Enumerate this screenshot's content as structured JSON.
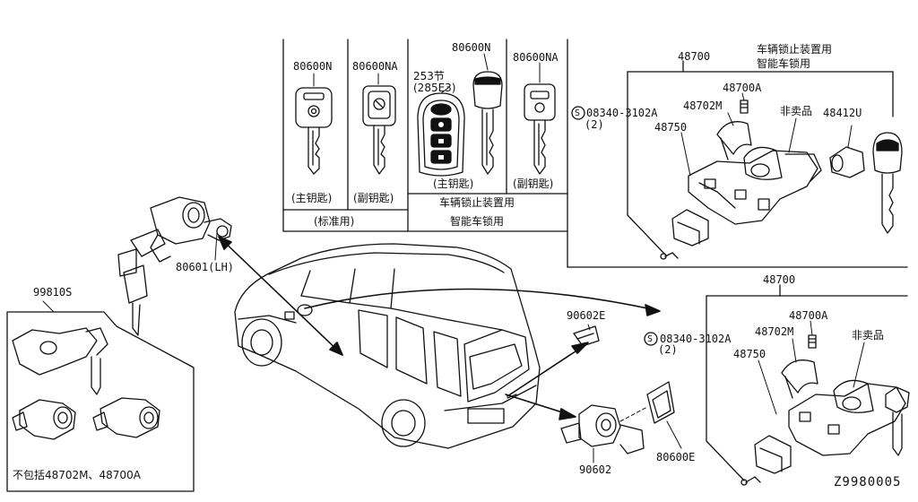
{
  "diagram": {
    "drawing_code": "Z9980005",
    "key_panel": {
      "key1_part": "80600N",
      "key1_caption": "(主钥匙)",
      "key2_part": "80600NA",
      "key2_caption": "(副钥匙)",
      "standard_caption": "(标准用)",
      "fob_note_line1": "253节",
      "fob_note_line2": "(285E3)",
      "key3_part": "80600N",
      "key4_part": "80600NA",
      "smart_key1_caption": "(主钥匙)",
      "smart_key2_caption": "(副钥匙)",
      "smart_caption_line1": "车辆锁止装置用",
      "smart_caption_line2": "智能车锁用"
    },
    "upper_assembly": {
      "title_line1": "车辆锁止装置用",
      "title_line2": "智能车锁用",
      "main_part": "48700",
      "bolt_part": "48700A",
      "ring_part": "48702M",
      "not_for_sale": "非卖品",
      "cylinder_part": "48412U",
      "screw_symbol": "S",
      "screw_part": "08340-3102A",
      "screw_qty": "(2)",
      "body_part": "48750"
    },
    "lower_assembly": {
      "main_part": "48700",
      "bolt_part": "48700A",
      "ring_part": "48702M",
      "not_for_sale": "非卖品",
      "screw_symbol": "S",
      "screw_part": "08340-3102A",
      "screw_qty": "(2)",
      "body_part": "48750"
    },
    "door_lock": {
      "part": "80601(LH)"
    },
    "lock_set": {
      "part": "99810S",
      "note": "不包括48702M、48700A"
    },
    "back_door": {
      "retainer_part": "90602E",
      "cylinder_part": "90602",
      "blank_part": "80600E"
    }
  }
}
